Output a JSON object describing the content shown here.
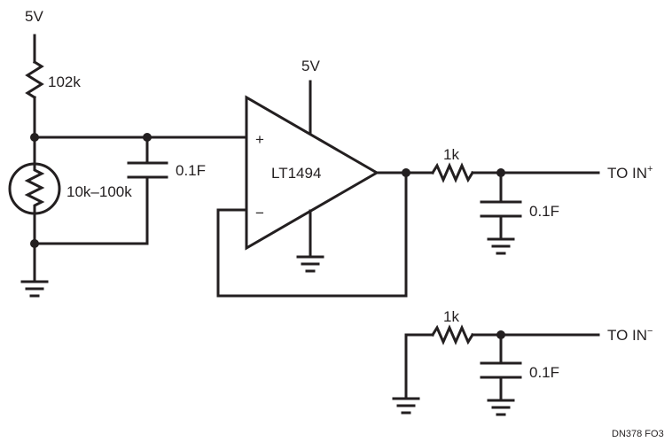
{
  "labels": {
    "supply_top": "5V",
    "r_top": "102k",
    "thermistor": "10k–100k",
    "cap_input": "0.1F",
    "supply_opamp": "5V",
    "opamp": "LT1494",
    "opamp_plus": "+",
    "opamp_minus": "−",
    "r_out_pos": "1k",
    "cap_out_pos": "0.1F",
    "out_pos_text": "TO IN",
    "out_pos_sup": "+",
    "r_out_neg": "1k",
    "cap_out_neg": "0.1F",
    "out_neg_text": "TO IN",
    "out_neg_sup": "−",
    "figure_id": "DN378 FO3"
  }
}
